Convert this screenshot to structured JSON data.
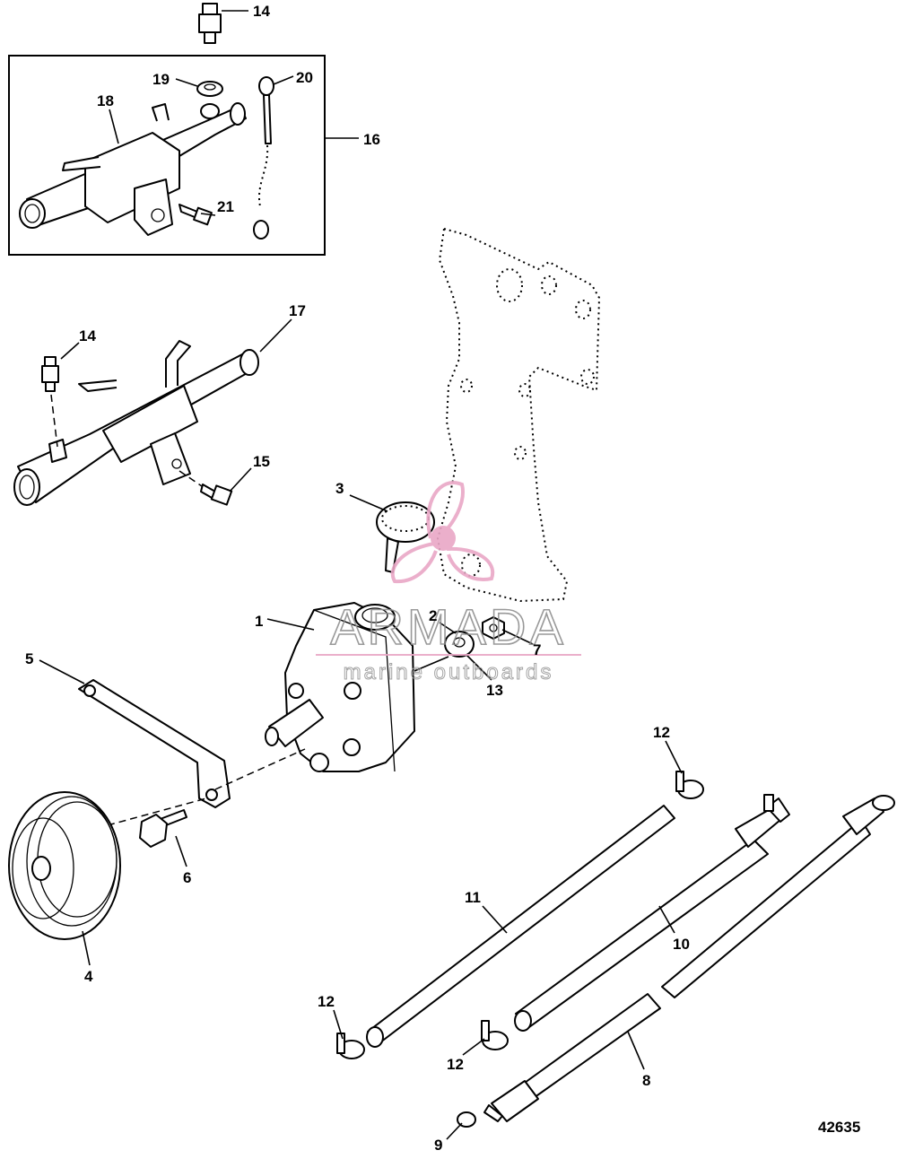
{
  "callouts": [
    {
      "id": "c1",
      "text": "1"
    },
    {
      "id": "c2",
      "text": "2"
    },
    {
      "id": "c3",
      "text": "3"
    },
    {
      "id": "c4",
      "text": "4"
    },
    {
      "id": "c5",
      "text": "5"
    },
    {
      "id": "c6",
      "text": "6"
    },
    {
      "id": "c7",
      "text": "7"
    },
    {
      "id": "c8",
      "text": "8"
    },
    {
      "id": "c9",
      "text": "9"
    },
    {
      "id": "c10",
      "text": "10"
    },
    {
      "id": "c11",
      "text": "11"
    },
    {
      "id": "c12a",
      "text": "12"
    },
    {
      "id": "c12b",
      "text": "12"
    },
    {
      "id": "c12c",
      "text": "12"
    },
    {
      "id": "c13",
      "text": "13"
    },
    {
      "id": "c14a",
      "text": "14"
    },
    {
      "id": "c14b",
      "text": "14"
    },
    {
      "id": "c15",
      "text": "15"
    },
    {
      "id": "c16",
      "text": "16"
    },
    {
      "id": "c17",
      "text": "17"
    },
    {
      "id": "c18",
      "text": "18"
    },
    {
      "id": "c19",
      "text": "19"
    },
    {
      "id": "c20",
      "text": "20"
    },
    {
      "id": "c21",
      "text": "21"
    }
  ],
  "figure_number": "42635",
  "watermark": {
    "brand": "ARMADA",
    "tagline": "marine outboards",
    "accent_color": "#e9a7c6"
  }
}
